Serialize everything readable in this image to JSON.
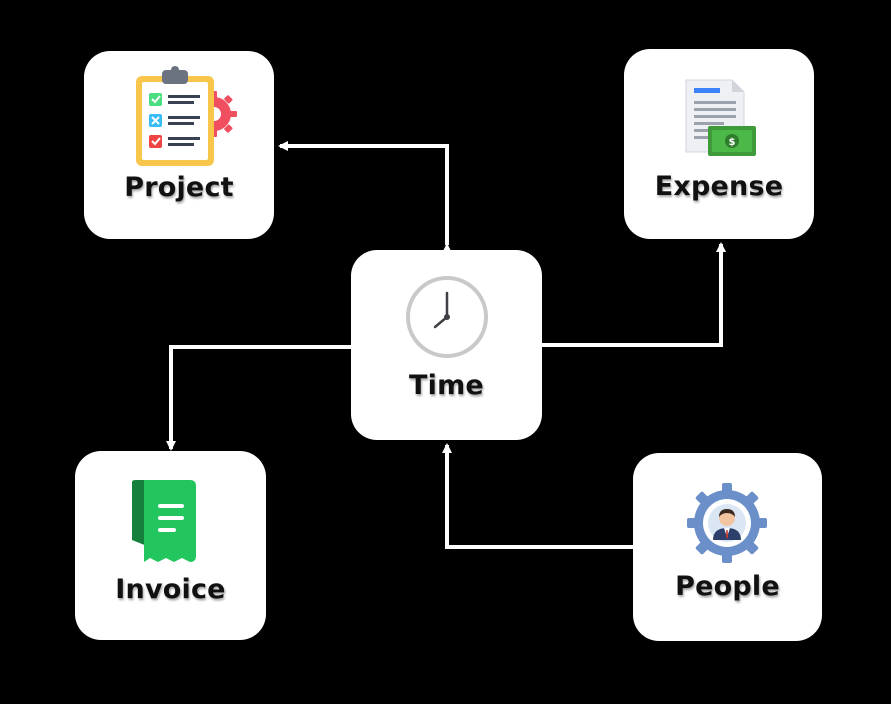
{
  "nodes": {
    "project": {
      "label": "Project",
      "icon": "project-checklist-icon"
    },
    "expense": {
      "label": "Expense",
      "icon": "expense-receipt-icon"
    },
    "time": {
      "label": "Time",
      "icon": "clock-icon"
    },
    "invoice": {
      "label": "Invoice",
      "icon": "invoice-document-icon"
    },
    "people": {
      "label": "People",
      "icon": "people-gear-icon"
    }
  },
  "edges": [
    {
      "from": "time",
      "to": "project",
      "bidirectional": true
    },
    {
      "from": "time",
      "to": "expense"
    },
    {
      "from": "time",
      "to": "invoice"
    },
    {
      "from": "people",
      "to": "time"
    }
  ],
  "colors": {
    "background": "#000000",
    "node_fill": "#ffffff",
    "connector": "#ffffff",
    "invoice_green": "#22c55e",
    "clock_ring": "#c9c9c9"
  }
}
